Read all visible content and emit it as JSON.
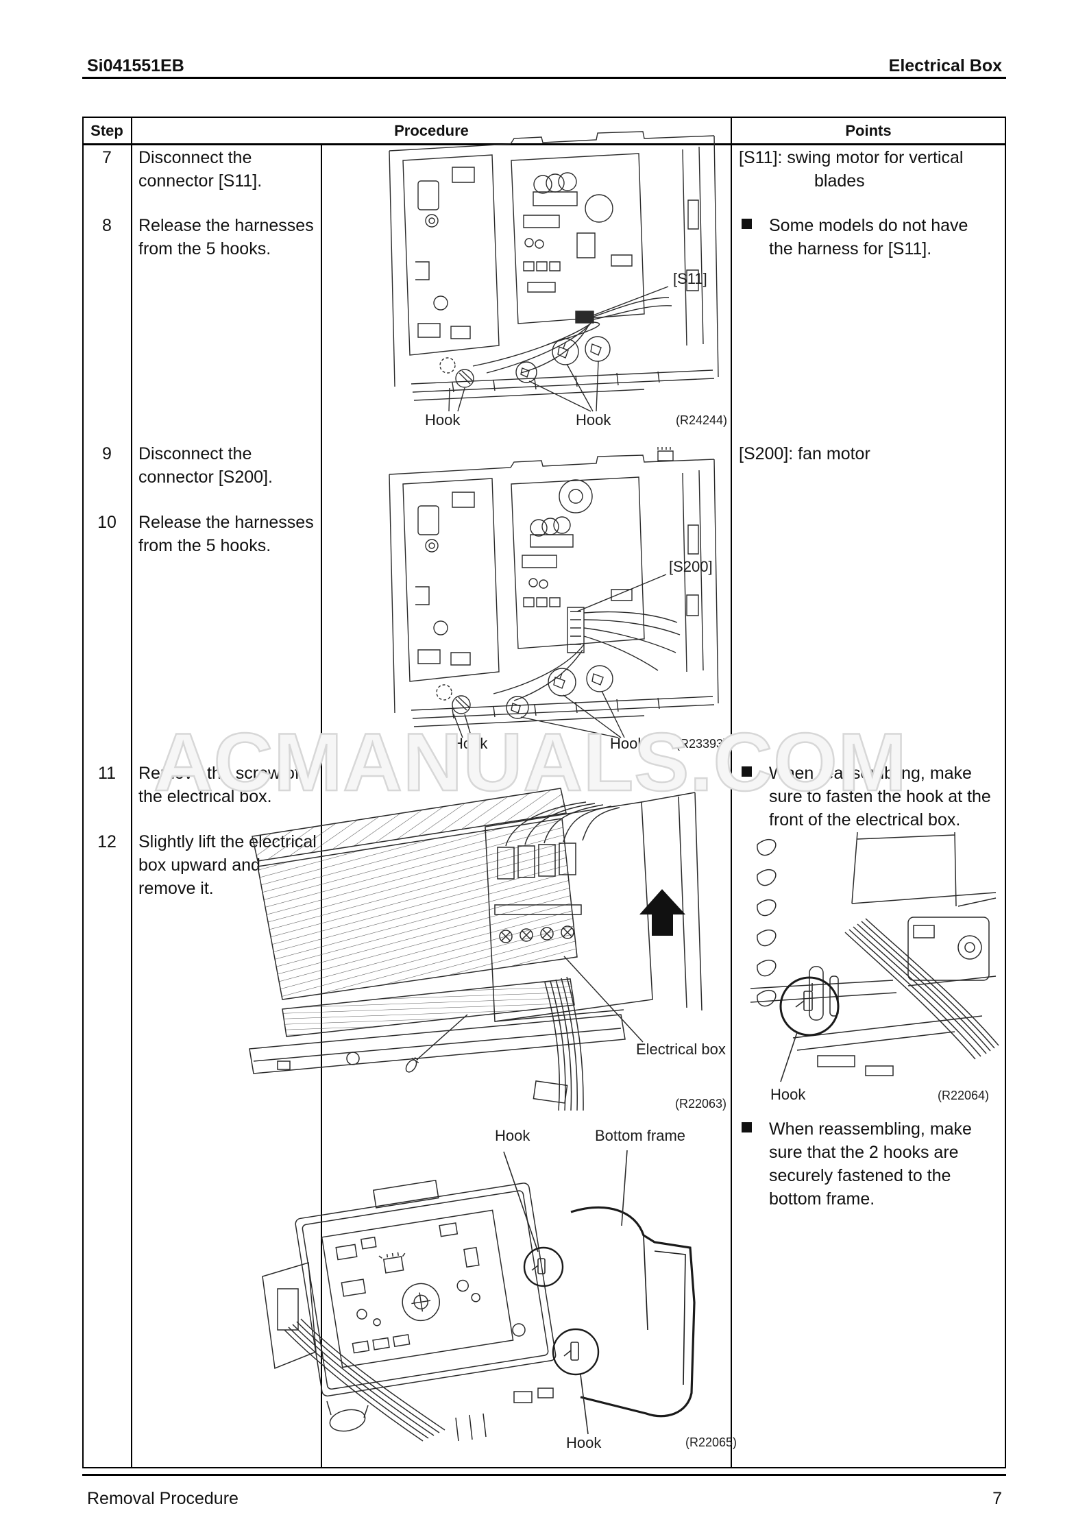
{
  "header": {
    "doc_id": "Si041551EB",
    "section_title": "Electrical Box"
  },
  "table": {
    "col_step": "Step",
    "col_procedure": "Procedure",
    "col_points": "Points"
  },
  "steps": [
    {
      "num": "7",
      "text": "Disconnect the\nconnector [S11]."
    },
    {
      "num": "8",
      "text": "Release the harnesses\nfrom the 5 hooks."
    },
    {
      "num": "9",
      "text": "Disconnect the\nconnector [S200]."
    },
    {
      "num": "10",
      "text": "Release the harnesses\nfrom the 5 hooks."
    },
    {
      "num": "11",
      "text": "Remove the screw of\nthe electrical box."
    },
    {
      "num": "12",
      "text": "Slightly lift the electrical\nbox upward and\nremove it."
    }
  ],
  "points": {
    "s11_label": "[S11]: swing motor for vertical",
    "s11_label_line2": "blades",
    "bullet1": "Some models do not have\nthe harness for [S11].",
    "s200_label": "[S200]: fan motor",
    "bullet2": "When reassembling, make\nsure to fasten the hook at the\nfront of the electrical box.",
    "bullet3": "When reassembling, make\nsure that the 2 hooks are\nsecurely fastened to the\nbottom frame."
  },
  "figures": {
    "fig_s11": {
      "callout": "[S11]",
      "hook_left": "Hook",
      "hook_right": "Hook",
      "ref": "(R24244)"
    },
    "fig_s200": {
      "callout": "[S200]",
      "hook_left": "Hook",
      "hook_right": "Hook",
      "ref": "(R23393)"
    },
    "fig_ebox": {
      "callout": "Electrical box",
      "ref": "(R22063)"
    },
    "fig_inset": {
      "hook": "Hook",
      "ref": "(R22064)"
    },
    "fig_bottom": {
      "hook_top": "Hook",
      "frame": "Bottom frame",
      "hook_bottom": "Hook",
      "ref": "(R22065)"
    }
  },
  "watermark": "ACMANUALS.COM",
  "footer": {
    "left": "Removal Procedure",
    "page_number": "7"
  }
}
